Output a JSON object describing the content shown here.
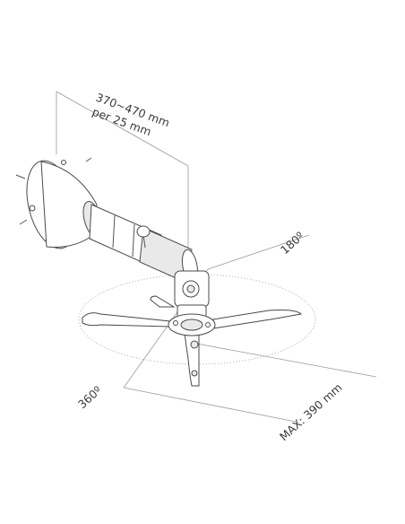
{
  "labels": {
    "height_range": "370~470 mm",
    "height_step": "per 25 mm",
    "tilt": "180º",
    "rotation": "360º",
    "max_reach": "MAX: 390 mm"
  },
  "colors": {
    "line": "#4a4a4a",
    "guide": "#9a9a9a",
    "text": "#3a3a3a"
  }
}
